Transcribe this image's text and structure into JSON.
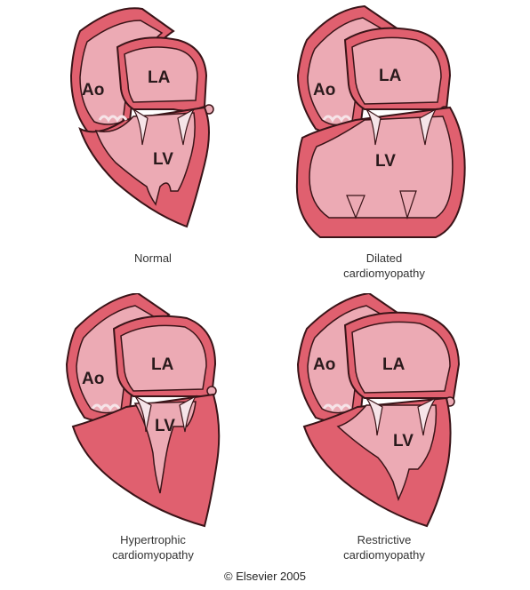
{
  "panels": [
    {
      "id": "normal",
      "caption": [
        "Normal"
      ],
      "labels": {
        "ao": "Ao",
        "la": "LA",
        "lv": "LV"
      }
    },
    {
      "id": "dilated",
      "caption": [
        "Dilated",
        "cardiomyopathy"
      ],
      "labels": {
        "ao": "Ao",
        "la": "LA",
        "lv": "LV"
      }
    },
    {
      "id": "hypertrophic",
      "caption": [
        "Hypertrophic",
        "cardiomyopathy"
      ],
      "labels": {
        "ao": "Ao",
        "la": "LA",
        "lv": "LV"
      }
    },
    {
      "id": "restrictive",
      "caption": [
        "Restrictive",
        "cardiomyopathy"
      ],
      "labels": {
        "ao": "Ao",
        "la": "LA",
        "lv": "LV"
      }
    }
  ],
  "copyright": "© Elsevier 2005",
  "colors": {
    "wall": "#e0606f",
    "wall_stroke": "#3a1418",
    "chamber": "#ecaab4",
    "chamber_dark": "#d98a97",
    "valve": "#f6e4e8",
    "background": "#ffffff"
  }
}
